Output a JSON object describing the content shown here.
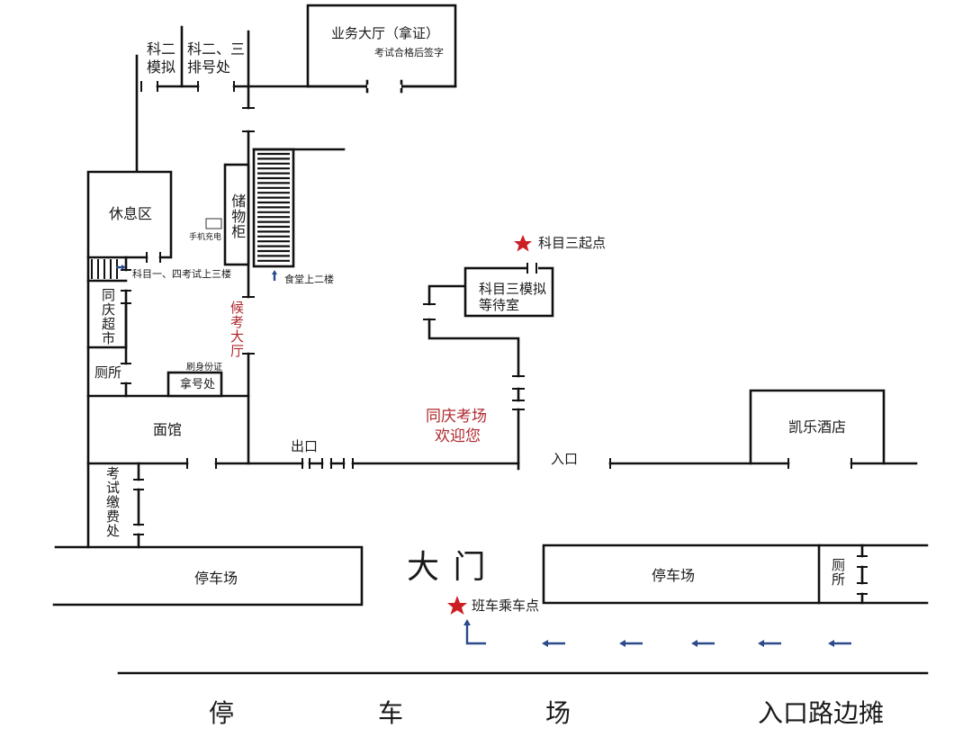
{
  "map": {
    "title_area": "同庆考场欢迎您",
    "accent_colors": {
      "label_red": "#b0282e",
      "star_red": "#cc1f24",
      "arrow_blue": "#2b4a8a",
      "wall": "#111111"
    },
    "rooms": {
      "business_hall": {
        "name": "业务大厅（拿证）",
        "note": "考试合格后签字"
      },
      "subject2_sim": {
        "name_line1": "科二",
        "name_line2": "模拟"
      },
      "subject23_queue": {
        "name_line1": "科二、三",
        "name_line2": "排号处"
      },
      "rest_area": {
        "name": "休息区"
      },
      "phone_charging": {
        "name": "手机充电"
      },
      "lockers": {
        "name": "储物柜"
      },
      "stairs_up3": {
        "name": "科目一、四考试上三楼"
      },
      "canteen_stairs": {
        "name": "食堂上二楼"
      },
      "supermarket": {
        "name": "同庆超市"
      },
      "waiting_hall": {
        "name": "候考大厅"
      },
      "toilet_left": {
        "name": "厕所"
      },
      "id_swipe": {
        "name": "刷身份证"
      },
      "ticket_desk": {
        "name": "拿号处"
      },
      "noodle_shop": {
        "name": "面馆"
      },
      "exit": {
        "name": "出口"
      },
      "payment": {
        "name": "考试缴费处"
      },
      "welcome_line1": "同庆考场",
      "welcome_line2": "欢迎您",
      "subject3_start": {
        "name": "科目三起点"
      },
      "subject3_waiting_line1": "科目三模拟",
      "subject3_waiting_line2": "等待室",
      "entrance": {
        "name": "入口"
      },
      "hotel": {
        "name": "凯乐酒店"
      },
      "main_gate": {
        "name": "大 门"
      },
      "parking_left": {
        "name": "停车场"
      },
      "parking_right": {
        "name": "停车场"
      },
      "toilet_right": {
        "name": "厕所"
      },
      "shuttle_stop": {
        "name": "班车乘车点"
      }
    },
    "bottom_labels": [
      "停",
      "车",
      "场",
      "入口路边摊"
    ]
  }
}
